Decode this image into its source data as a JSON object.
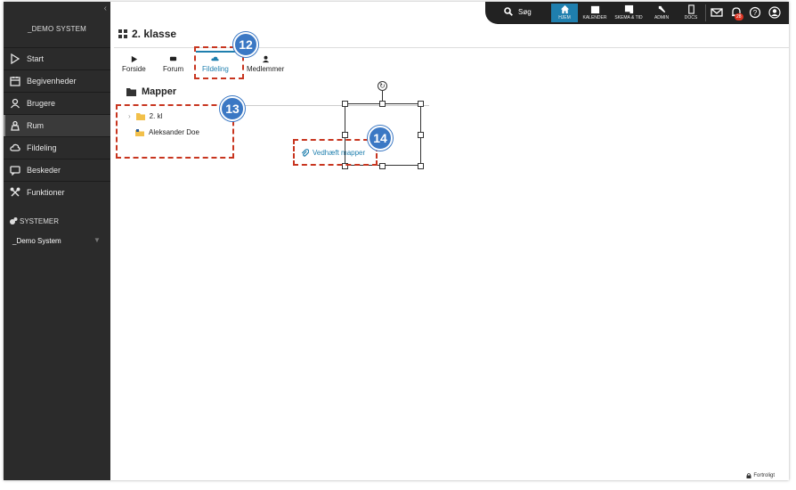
{
  "sidebar": {
    "system_title": "_DEMO SYSTEM",
    "collapse_icon": "chevron-left-icon",
    "items": [
      {
        "label": "Start",
        "icon": "play-outline-icon"
      },
      {
        "label": "Begivenheder",
        "icon": "calendar-icon"
      },
      {
        "label": "Brugere",
        "icon": "users-icon"
      },
      {
        "label": "Rum",
        "icon": "room-icon",
        "active": true
      },
      {
        "label": "Fildeling",
        "icon": "cloud-icon"
      },
      {
        "label": "Beskeder",
        "icon": "chat-icon"
      },
      {
        "label": "Funktioner",
        "icon": "tools-icon"
      }
    ],
    "systemer_label": "SYSTEMER",
    "demo_system": "_Demo System"
  },
  "topbar": {
    "search_label": "Søg",
    "items": [
      {
        "label": "HJEM",
        "icon": "home-icon",
        "active": true
      },
      {
        "label": "KALENDER",
        "icon": "calendar-icon"
      },
      {
        "label": "SKEMA & TID",
        "icon": "schedule-icon"
      },
      {
        "label": "ADMIN",
        "icon": "wrench-icon"
      },
      {
        "label": "DOCS",
        "icon": "document-icon"
      }
    ],
    "notification_count": "28",
    "accent": "#1f7fae"
  },
  "page": {
    "title": "2. klasse",
    "tabs": [
      {
        "label": "Forside"
      },
      {
        "label": "Forum"
      },
      {
        "label": "Fildeling",
        "active": true
      },
      {
        "label": "Medlemmer"
      }
    ],
    "section_title": "Mapper",
    "tree": [
      {
        "label": "2. kl",
        "type": "folder"
      },
      {
        "label": "Aleksander Doe",
        "type": "locked-folder"
      }
    ],
    "attach_label": "Vedhæft mapper",
    "footer": "Fortroligt"
  },
  "callouts": {
    "c12": "12",
    "c13": "13",
    "c14": "14",
    "color": "#3b78c4",
    "dash_color": "#c8351f"
  }
}
